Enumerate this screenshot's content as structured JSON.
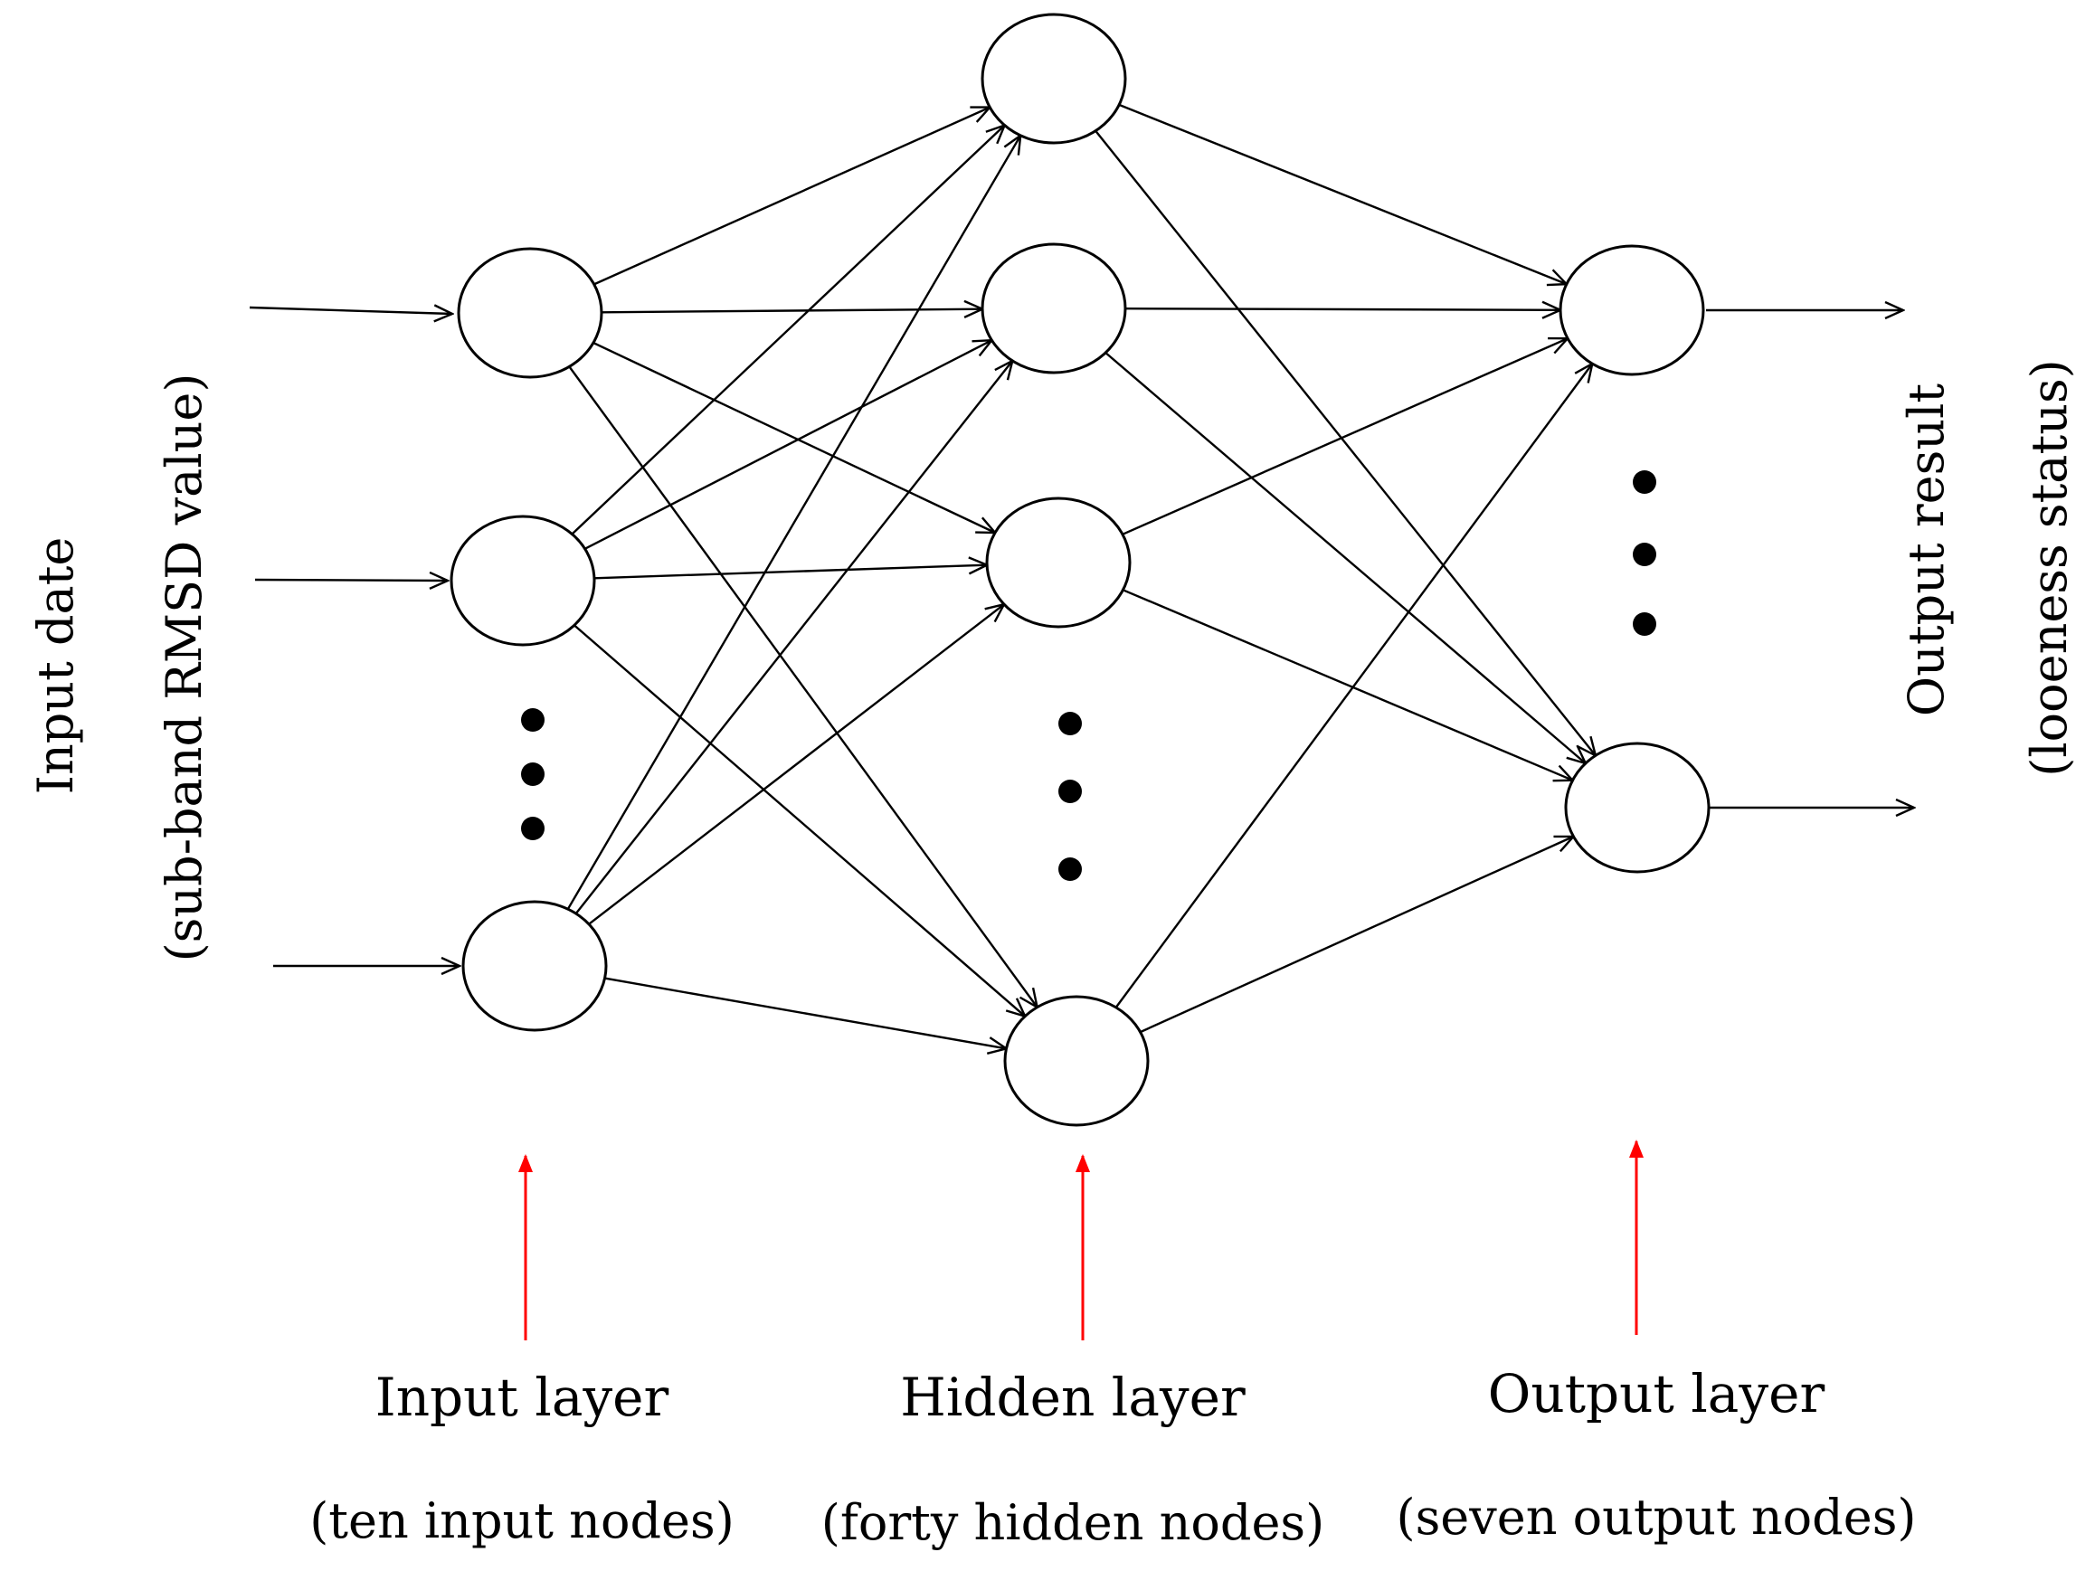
{
  "diagram": {
    "input_side": {
      "title": "Input date",
      "subtitle": "(sub-band RMSD value)"
    },
    "output_side": {
      "title": "Output result",
      "subtitle": "(looeness status)"
    },
    "layers": [
      {
        "title": "Input layer",
        "subtitle": "(ten input nodes)"
      },
      {
        "title": "Hidden layer",
        "subtitle": "(forty hidden nodes)"
      },
      {
        "title": "Output layer",
        "subtitle": "(seven output nodes)"
      }
    ],
    "colors": {
      "nodes": "#000000",
      "edges": "#000000",
      "layer_pointer": "#ff0000"
    }
  }
}
